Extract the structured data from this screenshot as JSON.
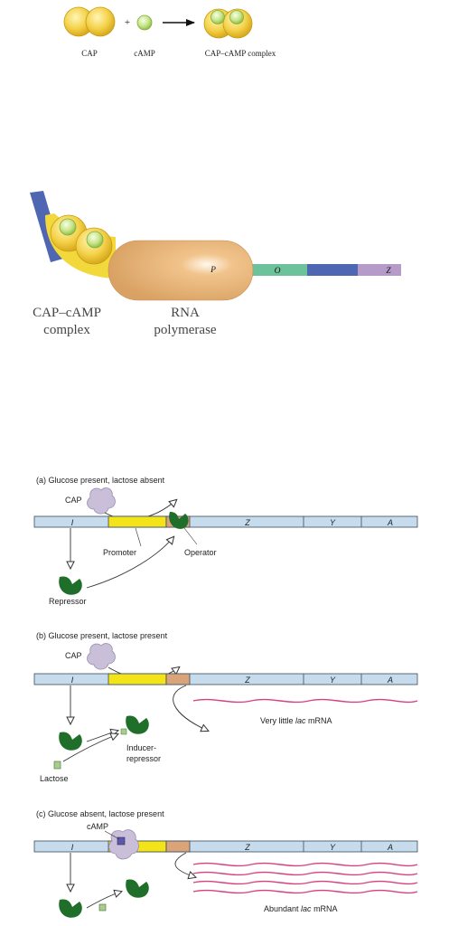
{
  "panel1": {
    "cap_label": "CAP",
    "plus": "+",
    "camp_label": "cAMP",
    "complex_label": "CAP–cAMP complex"
  },
  "panel2": {
    "p_label": "P",
    "o_label": "O",
    "z_label": "Z",
    "complex_line1": "CAP–cAMP",
    "complex_line2": "complex",
    "rnap_line1": "RNA",
    "rnap_line2": "polymerase"
  },
  "panel3": {
    "a": {
      "title": "(a) Glucose present, lactose absent",
      "cap": "CAP",
      "genes": [
        "I",
        "Z",
        "Y",
        "A"
      ],
      "promoter": "Promoter",
      "operator": "Operator",
      "repressor": "Repressor"
    },
    "b": {
      "title": "(b) Glucose present, lactose present",
      "cap": "CAP",
      "genes": [
        "I",
        "Z",
        "Y",
        "A"
      ],
      "mrna_pre": "Very little ",
      "mrna_it": "lac",
      "mrna_post": " mRNA",
      "inducer1": "Inducer-",
      "inducer2": "repressor",
      "lactose": "Lactose"
    },
    "c": {
      "title": "(c) Glucose absent, lactose present",
      "camp": "cAMP",
      "genes": [
        "I",
        "Z",
        "Y",
        "A"
      ],
      "mrna_pre": "Abundant ",
      "mrna_it": "lac",
      "mrna_post": " mRNA"
    }
  },
  "colors": {
    "dna": "#c6dced",
    "promoter": "#f2e418",
    "operator": "#d9a47a",
    "repressor": "#1f6e2a",
    "cap_protein": "#c9bfd8",
    "mrna": "#d6407f",
    "cap_yellow": "#f4d24a",
    "camp_green": "#c8e48a",
    "polymerase": "#e5ae6b"
  }
}
